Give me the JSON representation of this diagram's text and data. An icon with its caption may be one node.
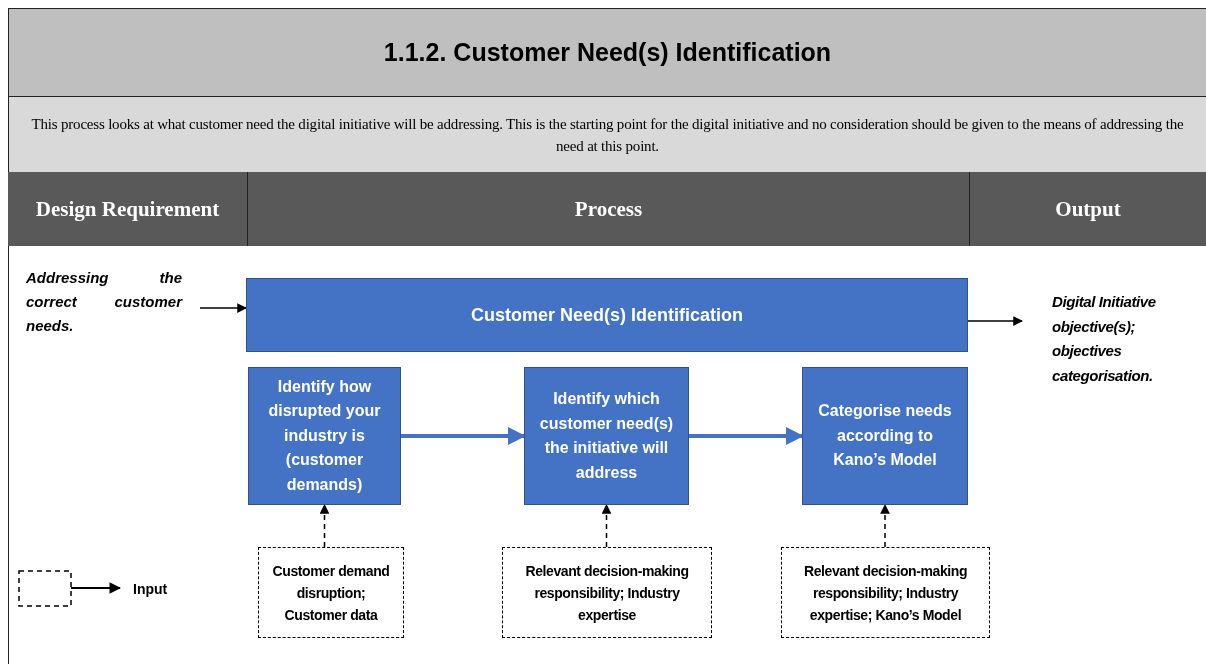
{
  "diagram": {
    "title": "1.1.2. Customer Need(s) Identification",
    "nodes": [
      {
        "text": [
          "Design Requirement"
        ]
      },
      {
        "text": [
          "Process"
        ]
      },
      {
        "text": [
          "Output"
        ]
      },
      {
        "text": [
          "Addressing the correct customer needs."
        ]
      },
      {
        "text": [
          "Customer Need(s) Identification"
        ]
      },
      {
        "text": [
          "Digital Initiative objective(s); objectives categorisation."
        ]
      },
      {
        "text": [
          "Identify how disrupted your industry is (customer demands)"
        ]
      },
      {
        "text": [
          "Identify which customer need(s) the initiative will address"
        ]
      },
      {
        "text": [
          "Categorise needs according to Kano’s Model"
        ]
      },
      {
        "text": [
          "Customer demand disruption; Customer data"
        ]
      },
      {
        "text": [
          "Relevant decision-making responsibility; Industry expertise"
        ]
      },
      {
        "text": [
          "Relevant decision-making responsibility; Industry expertise; Kano’s Model"
        ]
      }
    ],
    "edges": [
      {
        "from": 3,
        "to": 4,
        "arrow": "to"
      },
      {
        "from": 4,
        "to": 5,
        "arrow": "to"
      },
      {
        "from": 6,
        "to": 7,
        "arrow": "to",
        "style": "thick",
        "color": "#4472c4"
      },
      {
        "from": 7,
        "to": 8,
        "arrow": "to",
        "style": "thick",
        "color": "#4472c4"
      },
      {
        "from": 9,
        "to": 6,
        "arrow": "to",
        "style": "dashed"
      },
      {
        "from": 10,
        "to": 7,
        "arrow": "to",
        "style": "dashed"
      },
      {
        "from": 11,
        "to": 8,
        "arrow": "to",
        "style": "dashed"
      }
    ],
    "labels": [
      "This process looks at what customer need the digital initiative will be addressing. This is the starting point for the digital initiative and no consideration should be given to the means of addressing the need at this point."
    ],
    "legend": [
      {
        "text": "Input"
      }
    ]
  }
}
